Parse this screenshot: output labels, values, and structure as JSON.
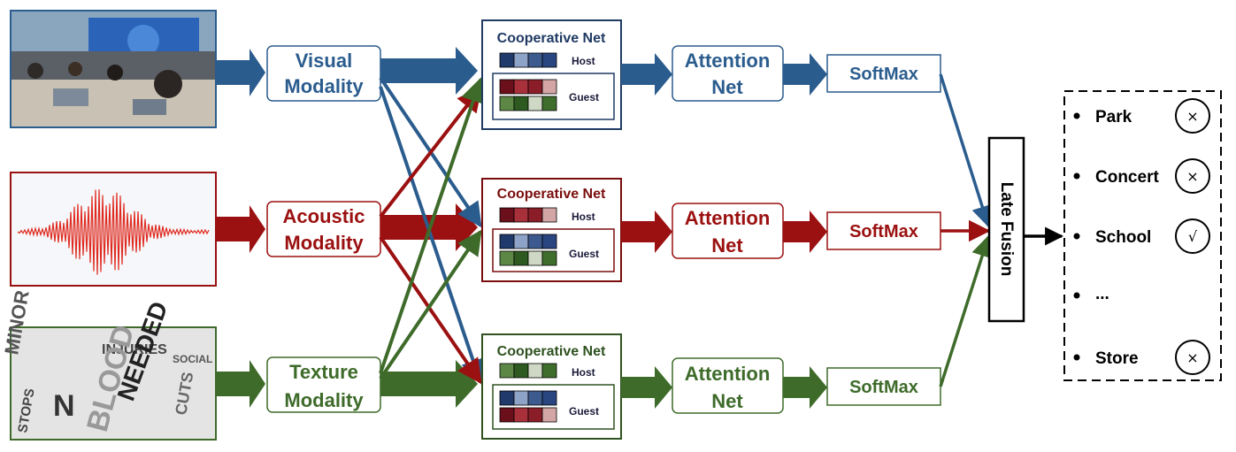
{
  "colors": {
    "visual": "#2b5c8e",
    "acoustic": "#9b1010",
    "texture": "#3e6b2a",
    "black": "#000000"
  },
  "modalities": {
    "visual": {
      "line1": "Visual",
      "line2": "Modality",
      "image_icon": "classroom-photo"
    },
    "acoustic": {
      "line1": "Acoustic",
      "line2": "Modality",
      "image_icon": "sound-waveform"
    },
    "texture": {
      "line1": "Texture",
      "line2": "Modality",
      "image_icon": "word-cloud"
    }
  },
  "coop_nets": {
    "visual": {
      "title": "Cooperative Net",
      "host": "Host",
      "guest": "Guest"
    },
    "acoustic": {
      "title": "Cooperative Net",
      "host": "Host",
      "guest": "Guest"
    },
    "texture": {
      "title": "Cooperative Net",
      "host": "Host",
      "guest": "Guest"
    }
  },
  "attention": {
    "visual": {
      "line1": "Attention",
      "line2": "Net"
    },
    "acoustic": {
      "line1": "Attention",
      "line2": "Net"
    },
    "texture": {
      "line1": "Attention",
      "line2": "Net"
    }
  },
  "softmax": {
    "visual": "SoftMax",
    "acoustic": "SoftMax",
    "texture": "SoftMax"
  },
  "fusion": {
    "label": "Late Fusion"
  },
  "outputs": [
    {
      "label": "Park",
      "mark": "×"
    },
    {
      "label": "Concert",
      "mark": "×"
    },
    {
      "label": "School",
      "mark": "√"
    },
    {
      "label": "...",
      "mark": ""
    },
    {
      "label": "Store",
      "mark": "×"
    }
  ]
}
